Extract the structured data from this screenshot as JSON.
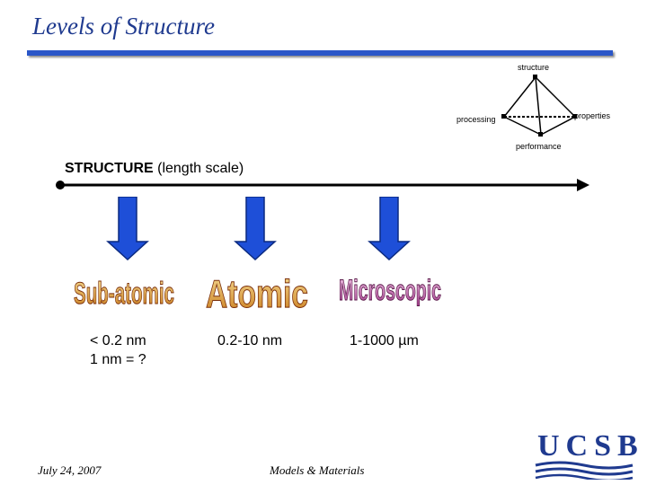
{
  "slide": {
    "title": "Levels of Structure",
    "colors": {
      "accent": "#2a56c8",
      "title": "#1f3a8f",
      "arrow": "#1e4fd8",
      "wordart_top": "#f2d07a",
      "wordart_bottom": "#c87a1a"
    }
  },
  "tetrahedron": {
    "top_label": "structure",
    "left_label": "processing",
    "right_label": "properties",
    "bottom_label": "performance"
  },
  "scale": {
    "heading_bold": "STRUCTURE",
    "heading_rest": " (length scale)",
    "levels": [
      {
        "name": "Sub-atomic",
        "range_line1": "< 0.2 nm",
        "range_line2": "1 nm = ?"
      },
      {
        "name": "Atomic",
        "range_line1": "0.2-10 nm",
        "range_line2": ""
      },
      {
        "name": "Microscopic",
        "range_line1": "1-1000 µm",
        "range_line2": ""
      }
    ]
  },
  "footer": {
    "date": "July 24, 2007",
    "center": "Models & Materials",
    "logo_text": "UCSB"
  }
}
